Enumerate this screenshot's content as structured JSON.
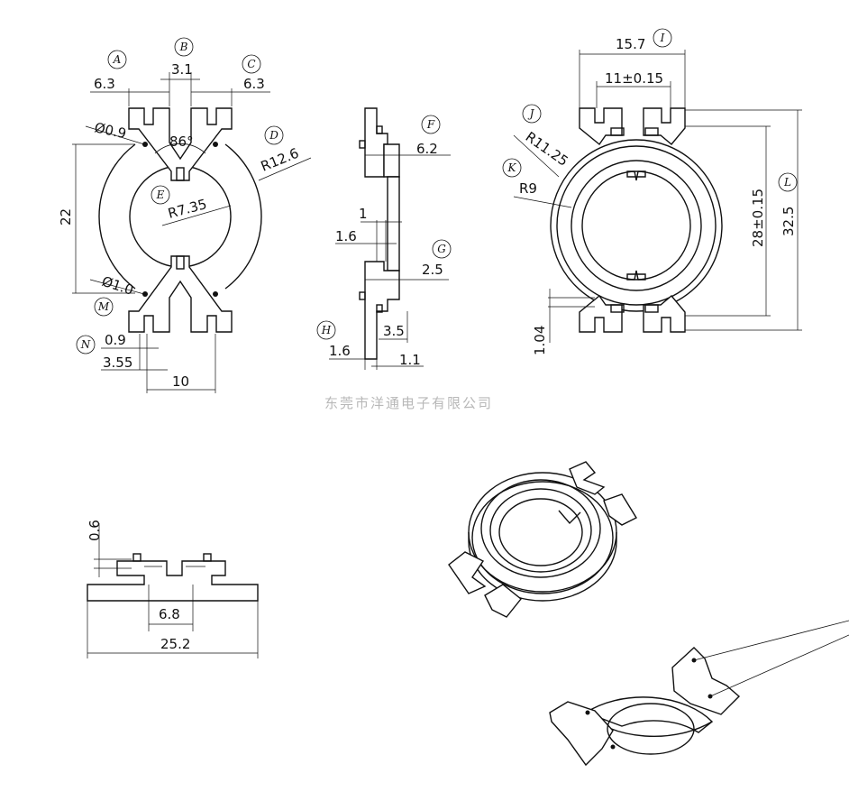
{
  "watermark": "东莞市洋通电子有限公司",
  "labels": {
    "A": "A",
    "B": "B",
    "C": "C",
    "D": "D",
    "E": "E",
    "F": "F",
    "G": "G",
    "H": "H",
    "I": "I",
    "J": "J",
    "K": "K",
    "L": "L",
    "M": "M",
    "N": "N"
  },
  "front_view": {
    "d_6_3_left": "6.3",
    "d_3_1": "3.1",
    "d_6_3_right": "6.3",
    "d_hole_0_9": "Ø0.9",
    "d_angle_86": "86°",
    "d_r12_6": "R12.6",
    "d_r7_35": "R7.35",
    "d_22": "22",
    "d_hole_1_0": "Ø1.0",
    "d_0_9": "0.9",
    "d_3_55": "3.55",
    "d_10": "10"
  },
  "side_view": {
    "d_6_2": "6.2",
    "d_1": "1",
    "d_1_6_top": "1.6",
    "d_2_5": "2.5",
    "d_3_5": "3.5",
    "d_1_6_bottom": "1.6",
    "d_1_1": "1.1"
  },
  "assembly_view": {
    "d_15_7": "15.7",
    "d_11": "11±0.15",
    "d_r11_25": "R11.25",
    "d_r9": "R9",
    "d_28": "28±0.15",
    "d_32_5": "32.5",
    "d_1_04": "1.04"
  },
  "bottom_view": {
    "d_0_6": "0.6",
    "d_6_8": "6.8",
    "d_25_2": "25.2"
  }
}
